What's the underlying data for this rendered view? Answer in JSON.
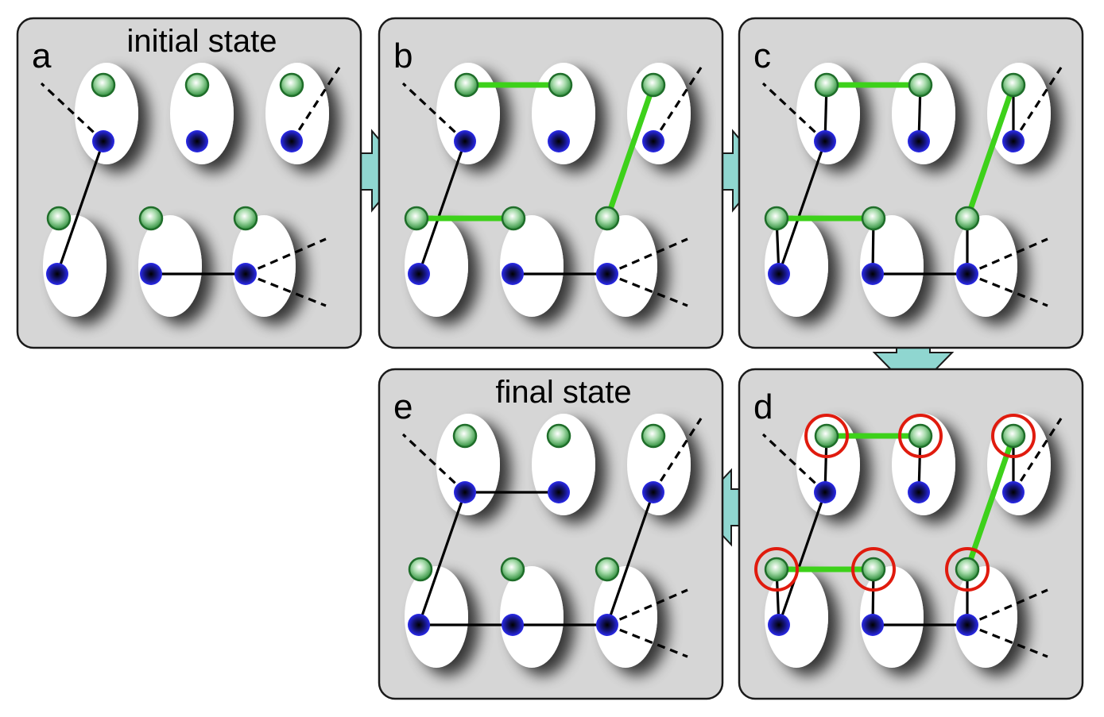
{
  "panels": [
    {
      "id": "a",
      "label": "a",
      "title": "initial state"
    },
    {
      "id": "b",
      "label": "b",
      "title": ""
    },
    {
      "id": "c",
      "label": "c",
      "title": ""
    },
    {
      "id": "d",
      "label": "d",
      "title": ""
    },
    {
      "id": "e",
      "label": "e",
      "title": "final state"
    }
  ],
  "colors": {
    "panel_fill": "#d6d6d6",
    "panel_border": "#1a1a1a",
    "ellipse_fill": "#ffffff",
    "ion_blue": "#1a1adc",
    "photon_green": "#3aa04a",
    "entangle_link": "#3dd11a",
    "measure_circle": "#e01b0e",
    "arrow_fill": "#8fd6d0"
  },
  "flow": [
    "a",
    "b",
    "c",
    "d",
    "e"
  ]
}
